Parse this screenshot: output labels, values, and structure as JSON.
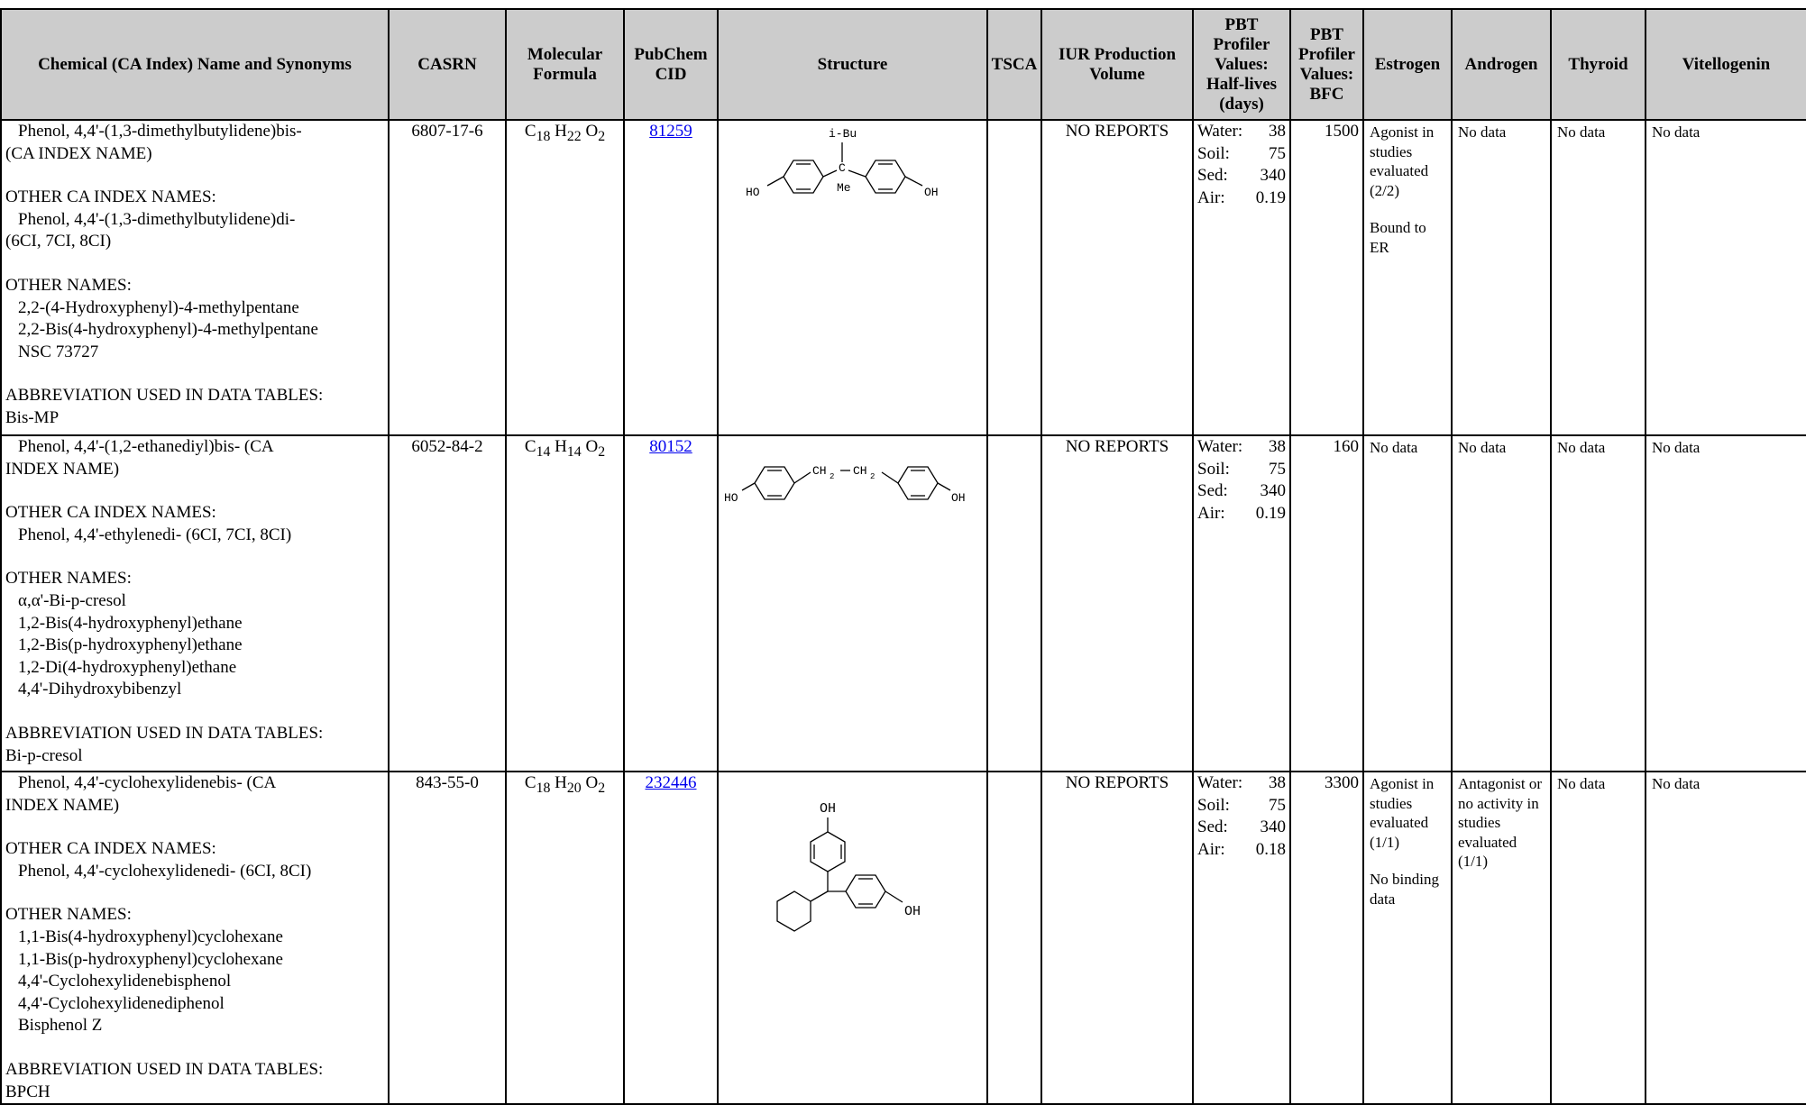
{
  "headers": [
    "Chemical (CA Index) Name and Synonyms",
    "CASRN",
    "Molecular Formula",
    "PubChem CID",
    "Structure",
    "TSCA",
    "IUR Production Volume",
    "PBT Profiler Values: Half-lives (days)",
    "PBT Profiler Values: BFC",
    "Estrogen",
    "Androgen",
    "Thyroid",
    "Vitellogenin"
  ],
  "rows": [
    {
      "name_main": "Phenol, 4,4'-(1,3-dimethylbutylidene)bis-",
      "name_main_cont": "(CA INDEX NAME)",
      "other_ca_label": "OTHER CA INDEX NAMES:",
      "other_ca": [
        "Phenol, 4,4'-(1,3-dimethylbutylidene)di-",
        "(6CI, 7CI, 8CI)"
      ],
      "other_names_label": "OTHER NAMES:",
      "other_names": [
        "2,2-(4-Hydroxyphenyl)-4-methylpentane",
        "2,2-Bis(4-hydroxyphenyl)-4-methylpentane",
        "NSC 73727"
      ],
      "abbr_label": "ABBREVIATION USED IN DATA TABLES:",
      "abbr": "Bis-MP",
      "casrn": "6807-17-6",
      "formula": {
        "c": "18",
        "h": "22",
        "o": "2"
      },
      "cid": "81259",
      "structure_labels": {
        "top": "i-Bu",
        "center": "C",
        "bottom": "Me",
        "left": "HO",
        "right": "OH"
      },
      "tsca": "",
      "iur": "NO REPORTS",
      "pbt": [
        {
          "k": "Water:",
          "v": "38"
        },
        {
          "k": "Soil:",
          "v": "75"
        },
        {
          "k": "Sed:",
          "v": "340"
        },
        {
          "k": "Air:",
          "v": "0.19"
        }
      ],
      "bfc": "1500",
      "estrogen": [
        "Agonist in studies evaluated (2/2)",
        "Bound to ER"
      ],
      "androgen": "No data",
      "thyroid": "No data",
      "vitellogenin": "No data"
    },
    {
      "name_main": "Phenol, 4,4'-(1,2-ethanediyl)bis-  (CA",
      "name_main_cont": "INDEX NAME)",
      "other_ca_label": "OTHER CA INDEX NAMES:",
      "other_ca": [
        "Phenol, 4,4'-ethylenedi- (6CI, 7CI, 8CI)"
      ],
      "other_names_label": "OTHER NAMES:",
      "other_names": [
        "α,α'-Bi-p-cresol",
        "1,2-Bis(4-hydroxyphenyl)ethane",
        "1,2-Bis(p-hydroxyphenyl)ethane",
        "1,2-Di(4-hydroxyphenyl)ethane",
        "4,4'-Dihydroxybibenzyl"
      ],
      "abbr_label": "ABBREVIATION USED IN DATA TABLES:",
      "abbr": "Bi-p-cresol",
      "casrn": "6052-84-2",
      "formula": {
        "c": "14",
        "h": "14",
        "o": "2"
      },
      "cid": "80152",
      "structure_labels": {
        "left": "HO",
        "right": "OH",
        "ch2a": "CH",
        "ch2b": "CH",
        "sub": "2"
      },
      "tsca": "",
      "iur": "NO REPORTS",
      "pbt": [
        {
          "k": "Water:",
          "v": "38"
        },
        {
          "k": "Soil:",
          "v": "75"
        },
        {
          "k": "Sed:",
          "v": "340"
        },
        {
          "k": "Air:",
          "v": "0.19"
        }
      ],
      "bfc": "160",
      "estrogen_text": "No data",
      "androgen": "No data",
      "thyroid": "No data",
      "vitellogenin": "No data"
    },
    {
      "name_main": "Phenol, 4,4'-cyclohexylidenebis-  (CA",
      "name_main_cont": "INDEX NAME)",
      "other_ca_label": "OTHER CA INDEX NAMES:",
      "other_ca": [
        "Phenol, 4,4'-cyclohexylidenedi- (6CI, 8CI)"
      ],
      "other_names_label": "OTHER NAMES:",
      "other_names": [
        "1,1-Bis(4-hydroxyphenyl)cyclohexane",
        "1,1-Bis(p-hydroxyphenyl)cyclohexane",
        "4,4'-Cyclohexylidenebisphenol",
        "4,4'-Cyclohexylidenediphenol",
        "Bisphenol Z"
      ],
      "abbr_label": "ABBREVIATION USED IN DATA TABLES:",
      "abbr": "BPCH",
      "casrn": "843-55-0",
      "formula": {
        "c": "18",
        "h": "20",
        "o": "2"
      },
      "cid": "232446",
      "structure_labels": {
        "top": "OH",
        "right": "OH"
      },
      "tsca": "",
      "iur": "NO REPORTS",
      "pbt": [
        {
          "k": "Water:",
          "v": "38"
        },
        {
          "k": "Soil:",
          "v": "75"
        },
        {
          "k": "Sed:",
          "v": "340"
        },
        {
          "k": "Air:",
          "v": "0.18"
        }
      ],
      "bfc": "3300",
      "estrogen": [
        "Agonist in studies evaluated (1/1)",
        "No binding data"
      ],
      "androgen_text": "Antagonist or no activity in studies evaluated (1/1)",
      "thyroid": "No data",
      "vitellogenin": "No data"
    }
  ]
}
